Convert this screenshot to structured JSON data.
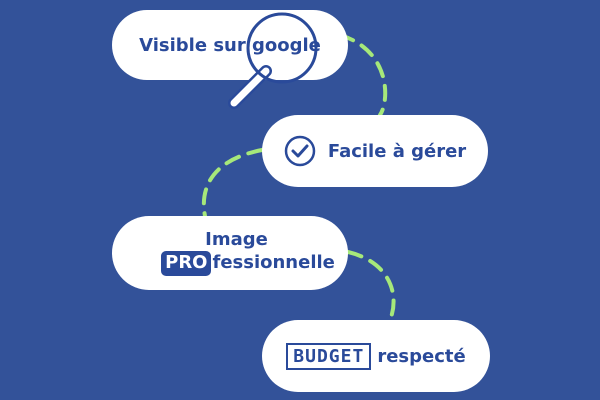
{
  "steps": {
    "google": {
      "text": "Visible sur google",
      "icon": "magnifier-icon"
    },
    "facile": {
      "text": "Facile à gérer",
      "icon": "check-circle-icon"
    },
    "image": {
      "line1": "Image",
      "badge": "PRO",
      "line2": "fessionnelle"
    },
    "budget": {
      "badge": "BUDGET",
      "text": "respecté"
    }
  },
  "colors": {
    "background": "#335299",
    "pill": "#ffffff",
    "text": "#2a4a9a",
    "connector": "#a6e87a"
  }
}
